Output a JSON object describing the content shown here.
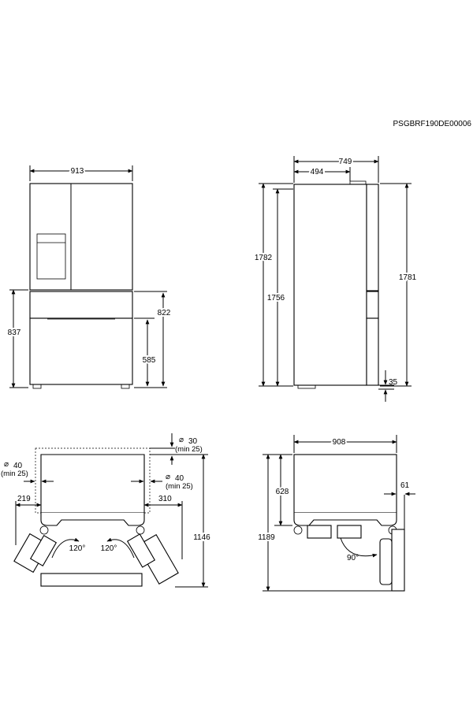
{
  "reference_code": "PSGBRF190DE00006",
  "front_view": {
    "width": "913",
    "total_height_to_drawer": "837",
    "drawer_top_height": "822",
    "lower_drawer_height": "585"
  },
  "side_view": {
    "depth_total": "749",
    "depth_body": "494",
    "height_left_outer": "1782",
    "height_left_inner": "1756",
    "height_right": "1781",
    "bottom_gap": "35"
  },
  "top_view_open": {
    "clearance_top_diameter": "30",
    "clearance_top_min": "(min 25)",
    "clearance_left_diameter": "40",
    "clearance_left_min": "(min 25)",
    "clearance_right_diameter": "40",
    "clearance_right_min": "(min 25)",
    "left_door_swing": "219",
    "right_door_swing": "310",
    "left_angle": "120°",
    "right_angle": "120°",
    "total_depth_open": "1146"
  },
  "top_view_side": {
    "width": "908",
    "depth": "628",
    "total_depth_open": "1189",
    "side_clearance": "61",
    "angle": "90°"
  }
}
